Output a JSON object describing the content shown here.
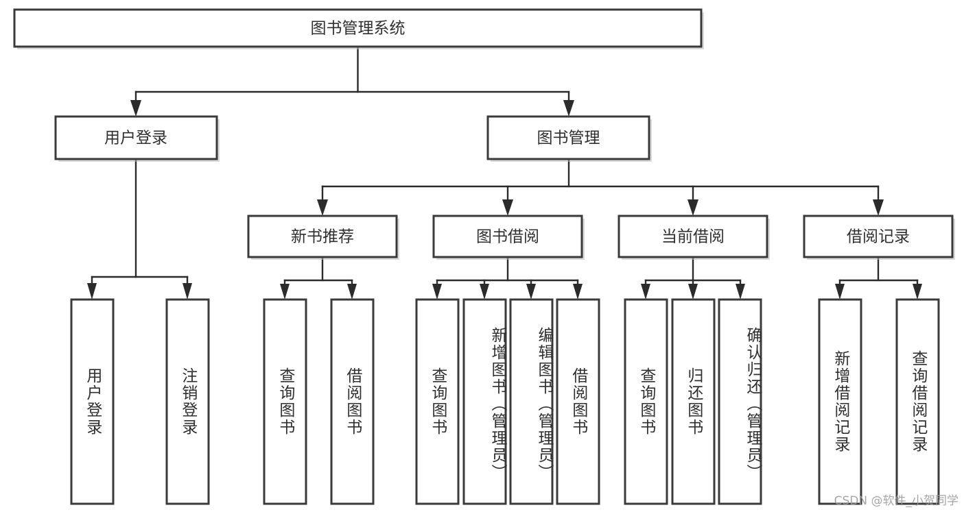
{
  "diagram": {
    "type": "tree",
    "title": "图书管理系统",
    "watermark": "CSDN @软件_小贺同学",
    "colors": {
      "box_stroke": "#3a3a3a",
      "box_fill": "#ffffff",
      "connector": "#2b2b2b",
      "text": "#2f2f2f",
      "watermark": "#9c9c9c",
      "background": "#ffffff"
    },
    "levels": {
      "root": "图书管理系统",
      "level2": [
        "用户登录",
        "图书管理"
      ],
      "level3": [
        "新书推荐",
        "图书借阅",
        "当前借阅",
        "借阅记录"
      ]
    },
    "nodes": {
      "root": {
        "label": "图书管理系统",
        "orientation": "horizontal"
      },
      "user_login": {
        "label": "用户登录",
        "orientation": "horizontal"
      },
      "book_manage": {
        "label": "图书管理",
        "orientation": "horizontal"
      },
      "new_book_rec": {
        "label": "新书推荐",
        "orientation": "horizontal"
      },
      "book_borrow": {
        "label": "图书借阅",
        "orientation": "horizontal"
      },
      "current_borrow": {
        "label": "当前借阅",
        "orientation": "horizontal"
      },
      "borrow_record": {
        "label": "借阅记录",
        "orientation": "horizontal"
      },
      "leaf_user_login": {
        "label": "用户登录",
        "orientation": "vertical"
      },
      "leaf_logout": {
        "label": "注销登录",
        "orientation": "vertical"
      },
      "leaf_query_book_1": {
        "label": "查询图书",
        "orientation": "vertical"
      },
      "leaf_borrow_book_1": {
        "label": "借阅图书",
        "orientation": "vertical"
      },
      "leaf_query_book_2": {
        "label": "查询图书",
        "orientation": "vertical"
      },
      "leaf_add_book": {
        "label": "新增图书（管理员）",
        "orientation": "vertical"
      },
      "leaf_edit_book": {
        "label": "编辑图书（管理员）",
        "orientation": "vertical"
      },
      "leaf_borrow_book_2": {
        "label": "借阅图书",
        "orientation": "vertical"
      },
      "leaf_query_book_3": {
        "label": "查询图书",
        "orientation": "vertical"
      },
      "leaf_return_book": {
        "label": "归还图书",
        "orientation": "vertical"
      },
      "leaf_confirm_return": {
        "label": "确认归还（管理员）",
        "orientation": "vertical"
      },
      "leaf_add_record": {
        "label": "新增借阅记录",
        "orientation": "vertical"
      },
      "leaf_query_record": {
        "label": "查询借阅记录",
        "orientation": "vertical"
      }
    },
    "edges": [
      {
        "from": "root",
        "to": "user_login"
      },
      {
        "from": "root",
        "to": "book_manage"
      },
      {
        "from": "user_login",
        "to": "leaf_user_login"
      },
      {
        "from": "user_login",
        "to": "leaf_logout"
      },
      {
        "from": "book_manage",
        "to": "new_book_rec"
      },
      {
        "from": "book_manage",
        "to": "book_borrow"
      },
      {
        "from": "book_manage",
        "to": "current_borrow"
      },
      {
        "from": "book_manage",
        "to": "borrow_record"
      },
      {
        "from": "new_book_rec",
        "to": "leaf_query_book_1"
      },
      {
        "from": "new_book_rec",
        "to": "leaf_borrow_book_1"
      },
      {
        "from": "book_borrow",
        "to": "leaf_query_book_2"
      },
      {
        "from": "book_borrow",
        "to": "leaf_add_book"
      },
      {
        "from": "book_borrow",
        "to": "leaf_edit_book"
      },
      {
        "from": "book_borrow",
        "to": "leaf_borrow_book_2"
      },
      {
        "from": "current_borrow",
        "to": "leaf_query_book_3"
      },
      {
        "from": "current_borrow",
        "to": "leaf_return_book"
      },
      {
        "from": "current_borrow",
        "to": "leaf_confirm_return"
      },
      {
        "from": "borrow_record",
        "to": "leaf_add_record"
      },
      {
        "from": "borrow_record",
        "to": "leaf_query_record"
      }
    ]
  }
}
